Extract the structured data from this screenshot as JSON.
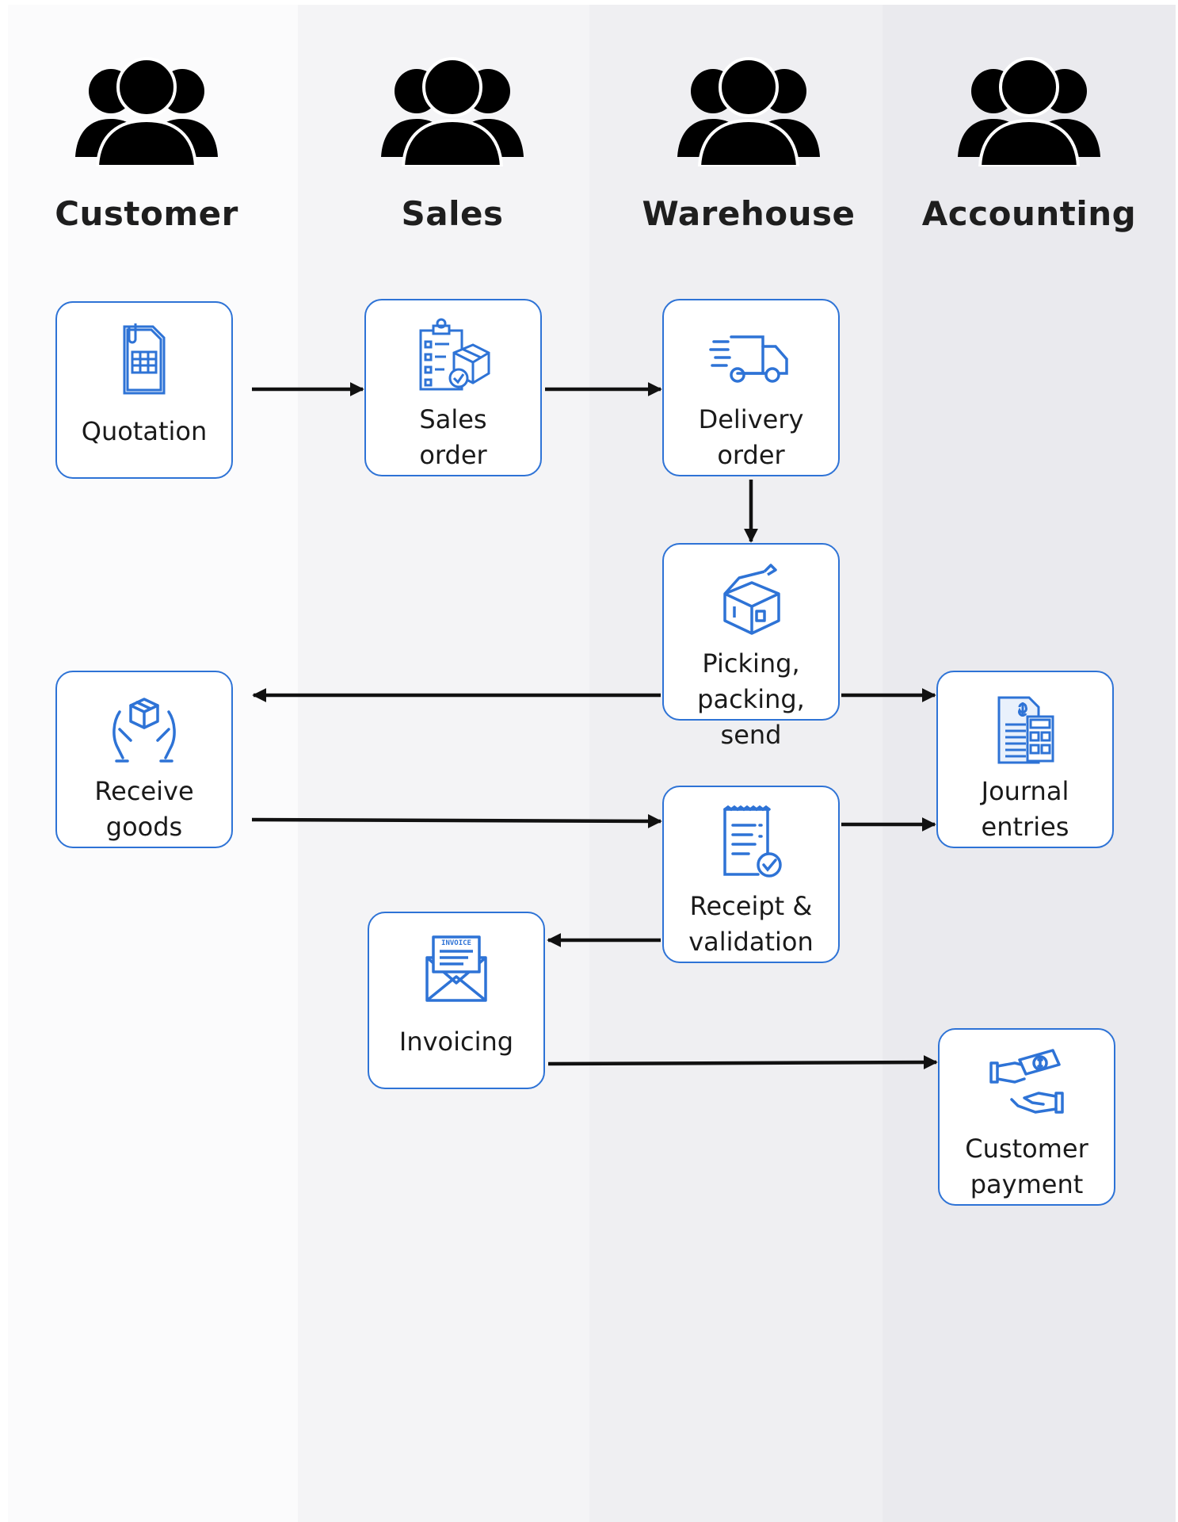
{
  "lanes": [
    {
      "title": "Customer"
    },
    {
      "title": "Sales"
    },
    {
      "title": "Warehouse"
    },
    {
      "title": "Accounting"
    }
  ],
  "nodes": {
    "quotation": {
      "line1": "Quotation",
      "line2": ""
    },
    "sales_order": {
      "line1": "Sales",
      "line2": "order"
    },
    "delivery_order": {
      "line1": "Delivery",
      "line2": "order"
    },
    "picking": {
      "line1": "Picking,",
      "line2": "packing, send"
    },
    "receive_goods": {
      "line1": "Receive",
      "line2": "goods"
    },
    "journal_entries": {
      "line1": "Journal",
      "line2": "entries"
    },
    "receipt_validation": {
      "line1": "Receipt &",
      "line2": "validation"
    },
    "invoicing": {
      "line1": "Invoicing",
      "line2": ""
    },
    "customer_payment": {
      "line1": "Customer",
      "line2": "payment"
    }
  },
  "invoice_icon_text": "INVOICE",
  "colors": {
    "accent": "#2e73d6",
    "arrow": "#111111",
    "people": "#000000"
  }
}
